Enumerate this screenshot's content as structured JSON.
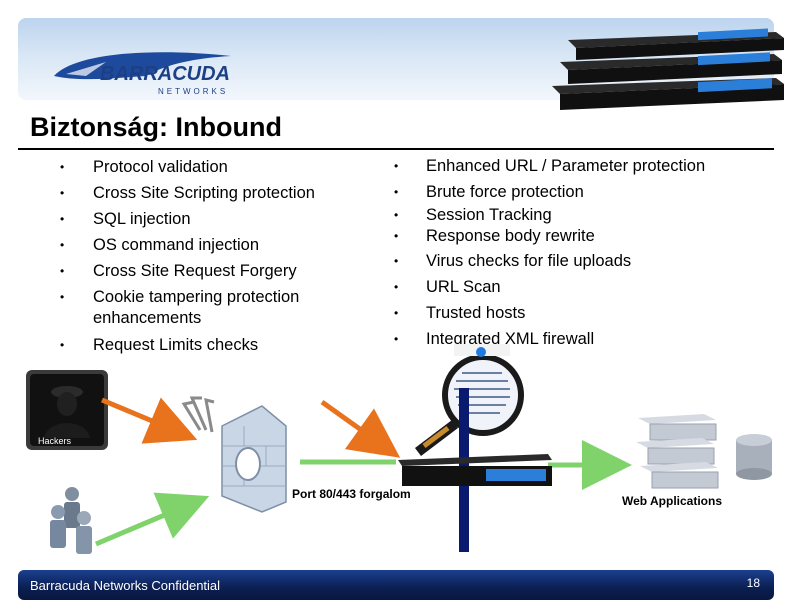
{
  "slide": {
    "brand": {
      "logo_text": "BARRACUDA",
      "logo_subtext": "NETWORKS"
    },
    "title": "Biztonság: Inbound",
    "left_list": [
      "Protocol validation",
      "Cross Site Scripting protection",
      "SQL injection",
      "OS command injection",
      "Cross Site Request Forgery",
      "Cookie tampering protection",
      "enhancements",
      "Request Limits checks"
    ],
    "right_list": [
      "Enhanced URL / Parameter protection",
      "Brute force protection",
      "Session Tracking",
      "Response body rewrite",
      "Virus checks for file uploads",
      "URL Scan",
      "Trusted hosts",
      "Integrated XML firewall"
    ],
    "diagram": {
      "hackers_label": "Hackers",
      "port_label": "Port 80/443 forgalom",
      "web_apps_label": "Web Applications"
    },
    "footer": {
      "confidential": "Barracuda Networks Confidential",
      "page_number": "18"
    },
    "colors": {
      "footer_bg": "#0b1f52",
      "header_bg": "#cfe0f2",
      "orange_arrow": "#e8731c",
      "green_arrow": "#7fd36a",
      "navy_bar": "#0a1a6e"
    }
  }
}
